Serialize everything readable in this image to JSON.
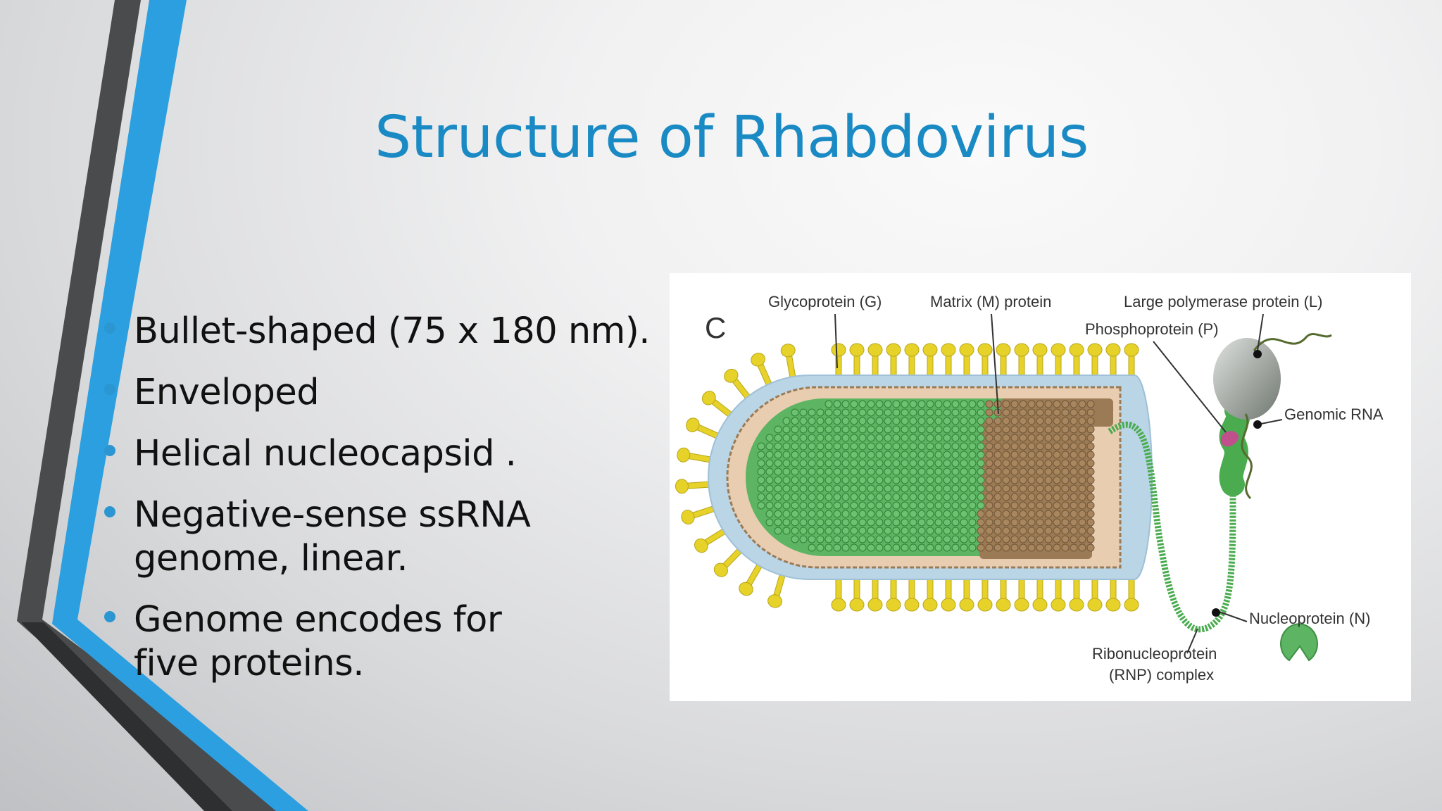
{
  "slide": {
    "title": "Structure of Rhabdovirus",
    "accent_color": "#1a8ac4",
    "bullets": [
      "Bullet-shaped (75 x 180 nm).",
      "Enveloped",
      "Helical nucleocapsid .",
      "Negative-sense ssRNA genome, linear.",
      "Genome encodes for five proteins."
    ]
  },
  "figure": {
    "panel_letter": "C",
    "labels": {
      "glycoprotein": "Glycoprotein (G)",
      "matrix": "Matrix (M) protein",
      "large_polymerase": "Large polymerase protein (L)",
      "phosphoprotein": "Phosphoprotein (P)",
      "genomic_rna": "Genomic RNA",
      "nucleoprotein": "Nucleoprotein (N)",
      "rnp_line1": "Ribonucleoprotein",
      "rnp_line2": "(RNP) complex"
    },
    "colors": {
      "glycoprotein": "#e6d229",
      "nucleocapsid": "#4aab4f",
      "matrix": "#9b7b55",
      "membrane": "#b9d5e6",
      "phosphoprotein": "#c0508c",
      "polymerase": "#8f958f"
    }
  }
}
